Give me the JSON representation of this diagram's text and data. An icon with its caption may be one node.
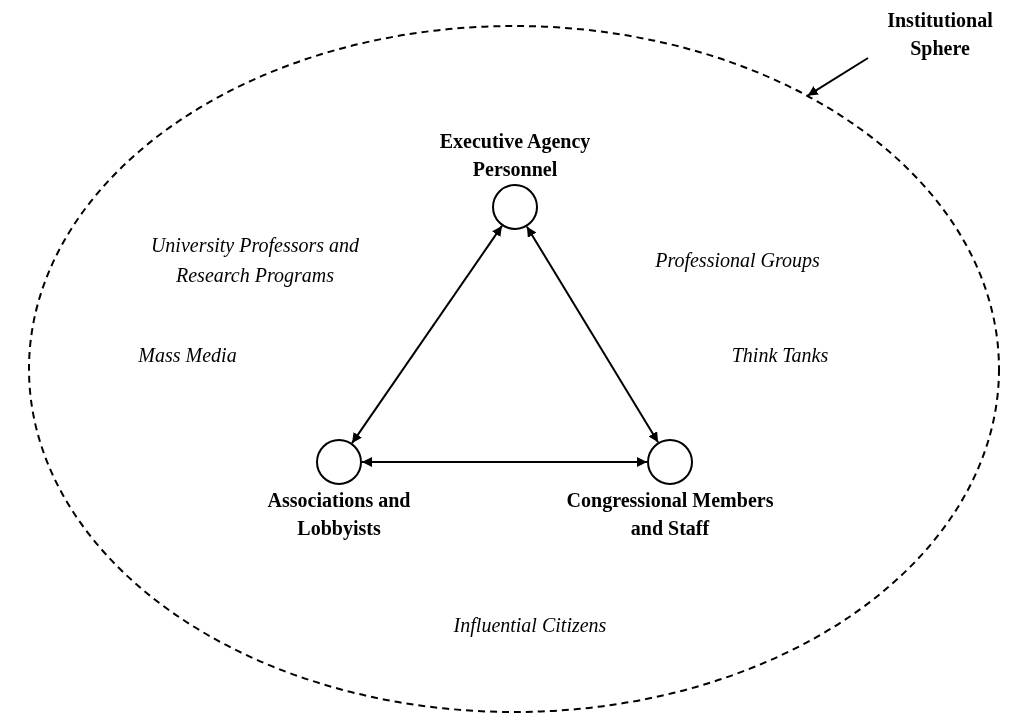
{
  "diagram": {
    "nodes": [
      {
        "text": [
          "Institutional Sphere"
        ]
      },
      {
        "text": [],
        "shape": "ellipse"
      },
      {
        "text": [
          "Executive Agency Personnel"
        ],
        "in": 1
      },
      {
        "text": [
          "Associations and Lobbyists"
        ],
        "in": 1
      },
      {
        "text": [
          "Congressional Members and Staff"
        ],
        "in": 1
      }
    ],
    "edges": [
      {
        "from": 0,
        "to": 1,
        "arrow": "to"
      },
      {
        "from": 2,
        "to": 3,
        "arrow": "both"
      },
      {
        "from": 2,
        "to": 4,
        "arrow": "both"
      },
      {
        "from": 3,
        "to": 4,
        "arrow": "both"
      }
    ],
    "labels": [
      "University Professors and Research Programs",
      "Professional Groups",
      "Mass Media",
      "Think Tanks",
      "Influential Citizens"
    ]
  }
}
